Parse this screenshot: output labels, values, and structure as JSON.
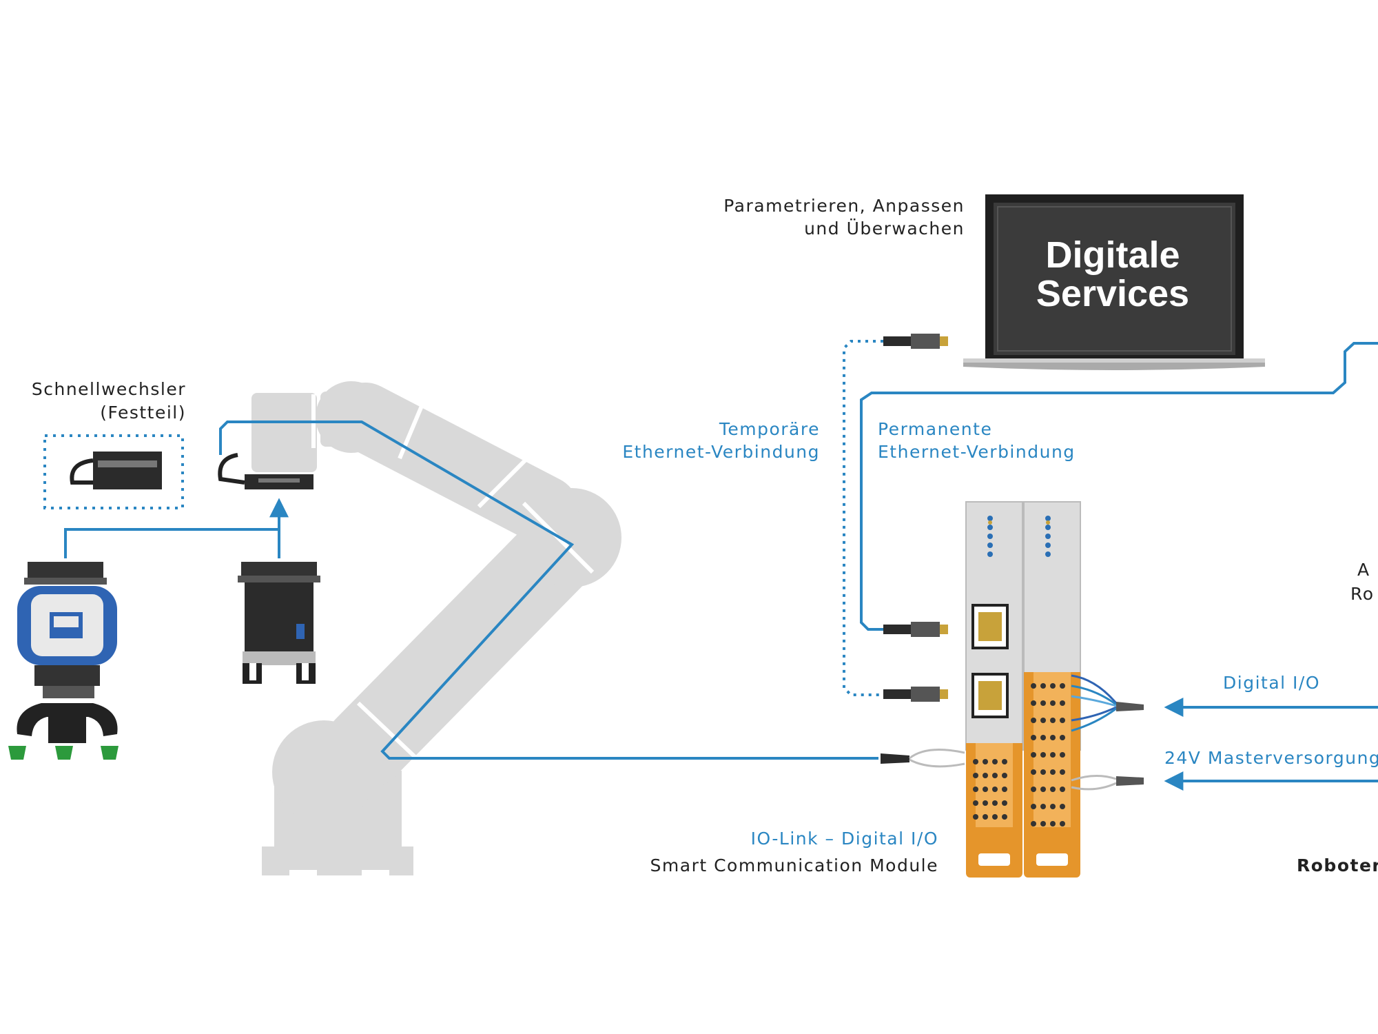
{
  "laptop": {
    "screen_text_line1": "Digitale",
    "screen_text_line2": "Services"
  },
  "labels": {
    "parametrieren_line1": "Parametrieren, Anpassen",
    "parametrieren_line2": "und Überwachen",
    "schnellwechsler_line1": "Schnellwechsler",
    "schnellwechsler_line2": "(Festteil)",
    "temporaere_line1": "Temporäre",
    "temporaere_line2": "Ethernet-Verbindung",
    "permanente_line1": "Permanente",
    "permanente_line2": "Ethernet-Verbindung",
    "digital_io": "Digital I/O",
    "masterversorgung": "24V Masterversorgung",
    "iolink": "IO-Link – Digital I/O",
    "smart_module": "Smart Communication Module",
    "roboter": "Roboter",
    "cut_right_1": "A",
    "cut_right_2": "Ro"
  },
  "colors": {
    "accent_blue": "#2a86c2",
    "robot_gray": "#d9d9d9",
    "module_gray": "#dcdcdc",
    "module_orange": "#e5952b",
    "gripper_green": "#2c9a3c",
    "display_blue": "#2f64b3",
    "screen_dark": "#3b3b3b"
  }
}
